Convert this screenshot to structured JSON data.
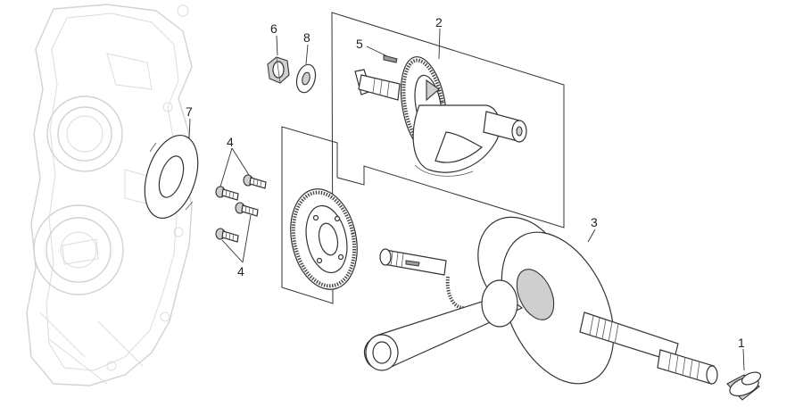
{
  "callouts": {
    "c1": "1",
    "c2": "2",
    "c3": "3",
    "c4_top": "4",
    "c4_bottom": "4",
    "c5": "5",
    "c6": "6",
    "c7": "7",
    "c8": "8"
  }
}
